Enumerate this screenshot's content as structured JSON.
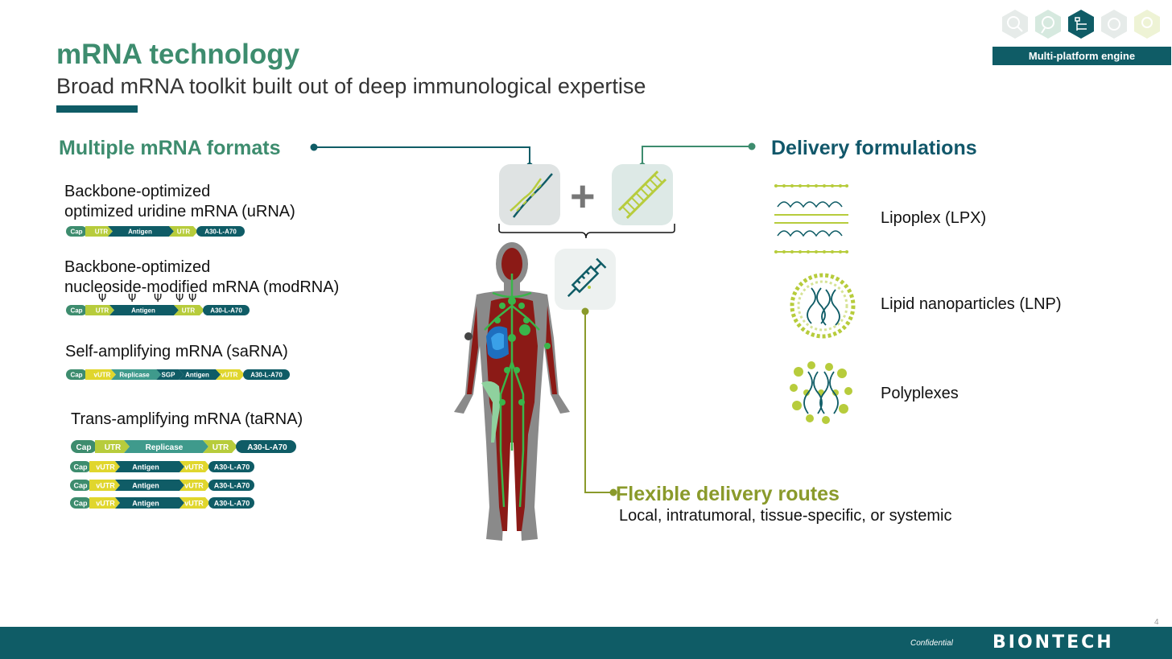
{
  "header": {
    "title": "mRNA technology",
    "subtitle": "Broad mRNA toolkit built out of deep immunological expertise",
    "platform_label": "Multi-platform engine"
  },
  "formats": {
    "heading": "Multiple mRNA formats",
    "urna": {
      "line1": "Backbone-optimized",
      "line2": "optimized uridine mRNA (uRNA)",
      "segments": [
        "Cap",
        "UTR",
        "Antigen",
        "UTR",
        "A30-L-A70"
      ]
    },
    "modrna": {
      "line1": "Backbone-optimized",
      "line2": "nucleoside-modified mRNA (modRNA)",
      "psi": "Ψ",
      "segments": [
        "Cap",
        "UTR",
        "Antigen",
        "UTR",
        "A30-L-A70"
      ]
    },
    "sarna": {
      "label": "Self-amplifying mRNA (saRNA)",
      "segments": [
        "Cap",
        "vUTR",
        "Replicase",
        "SGP",
        "Antigen",
        "vUTR",
        "A30-L-A70"
      ]
    },
    "tarna": {
      "label": "Trans-amplifying mRNA (taRNA)",
      "replicase_segments": [
        "Cap",
        "UTR",
        "Replicase",
        "UTR",
        "A30-L-A70"
      ],
      "antigen_segments": [
        "Cap",
        "vUTR",
        "Antigen",
        "vUTR",
        "A30-L-A70"
      ]
    }
  },
  "delivery": {
    "heading": "Delivery formulations",
    "items": [
      "Lipoplex (LPX)",
      "Lipid nanoparticles (LNP)",
      "Polyplexes"
    ]
  },
  "routes": {
    "heading": "Flexible delivery routes",
    "text": "Local, intratumoral, tissue-specific, or systemic"
  },
  "center": {
    "plus": "+"
  },
  "footer": {
    "confidential": "Confidential",
    "logo": "BIONTECH",
    "page": "4"
  },
  "colors": {
    "teal": "#0f5c66",
    "green": "#3d8c6e",
    "olive": "#8a9a2b",
    "lime": "#b7cc3c",
    "yellow": "#e0d62d"
  }
}
